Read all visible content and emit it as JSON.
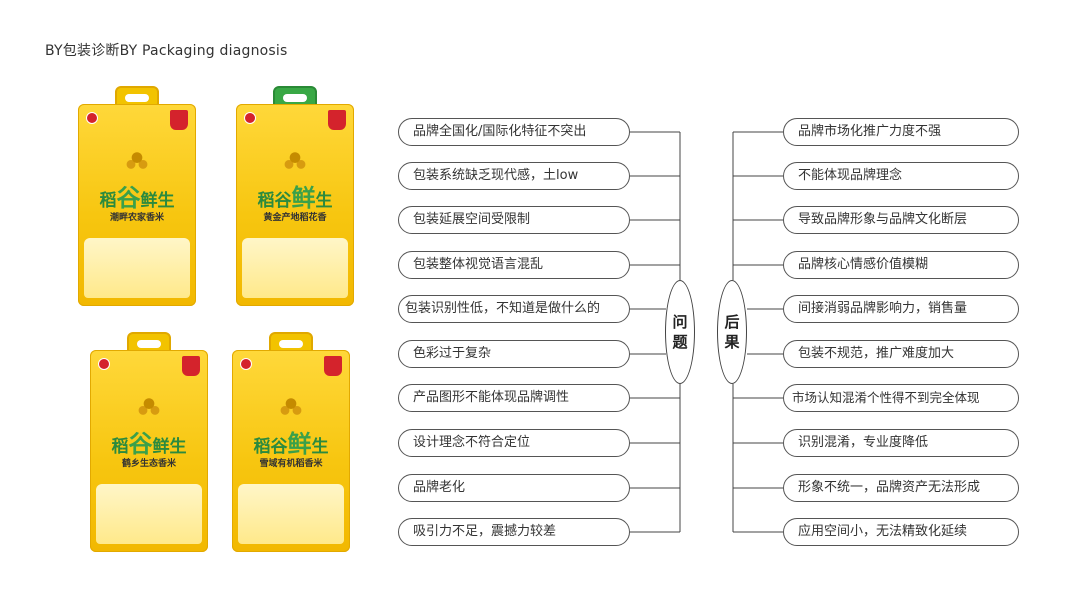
{
  "title": "BY包装诊断BY  Packaging diagnosis",
  "bags": [
    {
      "brand_a": "稻",
      "brand_b": "谷",
      "brand_c": "鲜生",
      "sub": "潮畔农家香米",
      "handle": "yellow"
    },
    {
      "brand_a": "稻谷",
      "brand_b": "鲜",
      "brand_c": "生",
      "sub": "黄金产地稻花香",
      "handle": "green"
    },
    {
      "brand_a": "稻",
      "brand_b": "谷",
      "brand_c": "鲜生",
      "sub": "鹤乡生态香米",
      "handle": "yellow"
    },
    {
      "brand_a": "稻谷",
      "brand_b": "鲜",
      "brand_c": "生",
      "sub": "雪域有机稻香米",
      "handle": "yellow"
    }
  ],
  "problem_hub": {
    "char1": "问",
    "char2": "题"
  },
  "result_hub": {
    "char1": "后",
    "char2": "果"
  },
  "problems": [
    "品牌全国化/国际化特征不突出",
    "包装系统缺乏现代感，土low",
    "包装延展空间受限制",
    "包装整体视觉语言混乱",
    "包装识别性低，不知道是做什么的",
    "色彩过于复杂",
    "产品图形不能体现品牌调性",
    "设计理念不符合定位",
    "品牌老化",
    "吸引力不足，震撼力较差"
  ],
  "results": [
    "品牌市场化推广力度不强",
    "不能体现品牌理念",
    "导致品牌形象与品牌文化断层",
    "品牌核心情感价值模糊",
    "间接消弱品牌影响力，销售量",
    "包装不规范，推广难度加大",
    "市场认知混淆个性得不到完全体现",
    "识别混淆，专业度降低",
    "形象不统一，品牌资产无法形成",
    "应用空间小，无法精致化延续"
  ]
}
